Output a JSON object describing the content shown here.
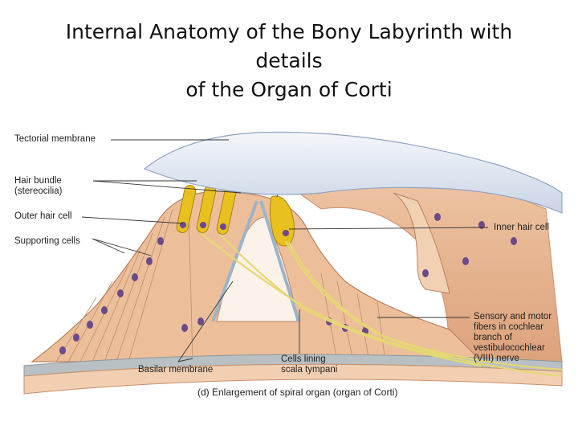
{
  "title": {
    "line1": "Internal Anatomy of the Bony Labyrinth with",
    "line2": "details",
    "line3": "of the Organ of Corti"
  },
  "labels": {
    "tectorial_membrane": "Tectorial membrane",
    "hair_bundle_1": "Hair bundle",
    "hair_bundle_2": "(stereocilia)",
    "outer_hair_cell": "Outer hair cell",
    "supporting_cells": "Supporting cells",
    "inner_hair_cell": "Inner hair cell",
    "fibers_1": "Sensory and motor",
    "fibers_2": "fibers in cochlear",
    "fibers_3": "branch of",
    "fibers_4": "vestibulocochlear",
    "fibers_5": "(VIII) nerve",
    "cells_lining_1": "Cells lining",
    "cells_lining_2": "scala tympani",
    "basilar_membrane": "Basilar membrane"
  },
  "caption": "(d) Enlargement of spiral organ (organ of Corti)",
  "colors": {
    "tectorial": "#dfe6f1",
    "tissue": "#e8b995",
    "hair_cell": "#e8c020",
    "membrane": "#b8c0c4",
    "nerve": "#e5d873"
  }
}
